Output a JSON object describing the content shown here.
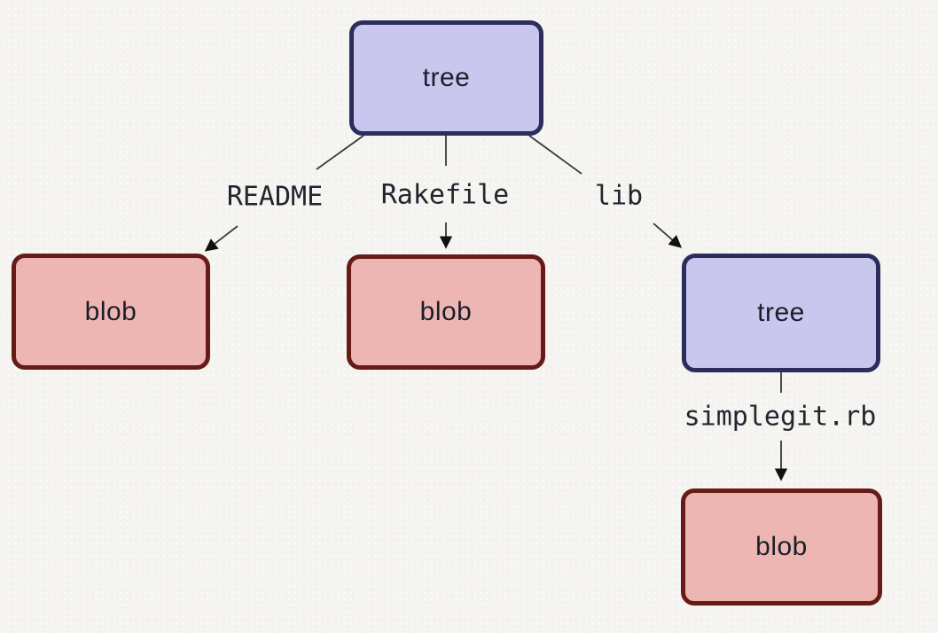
{
  "diagram": {
    "kind": "git-object-graph",
    "nodes": [
      {
        "id": "tree-root",
        "label": "tree",
        "type": "tree"
      },
      {
        "id": "blob-readme",
        "label": "blob",
        "type": "blob"
      },
      {
        "id": "blob-rakefile",
        "label": "blob",
        "type": "blob"
      },
      {
        "id": "tree-lib",
        "label": "tree",
        "type": "tree"
      },
      {
        "id": "blob-simplegit",
        "label": "blob",
        "type": "blob"
      }
    ],
    "edges": [
      {
        "from": "tree-root",
        "to": "blob-readme",
        "label": "README"
      },
      {
        "from": "tree-root",
        "to": "blob-rakefile",
        "label": "Rakefile"
      },
      {
        "from": "tree-root",
        "to": "tree-lib",
        "label": "lib"
      },
      {
        "from": "tree-lib",
        "to": "blob-simplegit",
        "label": "simplegit.rb"
      }
    ],
    "colors": {
      "background": "#f4f3f0",
      "tree_fill": "#c9c7ed",
      "tree_border": "#2b2d5c",
      "blob_fill": "#edb6b3",
      "blob_border": "#671b17",
      "edge_line": "#3a3a3a",
      "arrowhead": "#111111",
      "node_text": "#1b1e2b",
      "label_text": "#23252e"
    }
  }
}
